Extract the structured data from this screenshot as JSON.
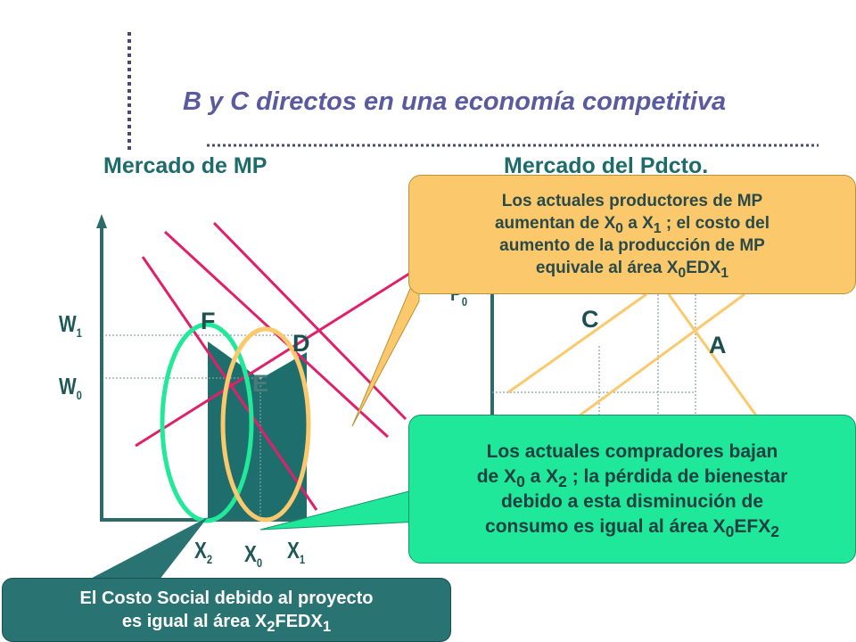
{
  "title": "B y C directos en una economía competitiva",
  "left_market_title": "Mercado de MP",
  "right_market_title": "Mercado del Pdcto.",
  "left_axis": {
    "w1": "W",
    "w1_sub": "1",
    "w0": "W",
    "w0_sub": "0",
    "x2": "X",
    "x2_sub": "2",
    "x0": "X",
    "x0_sub": "0",
    "x1": "X",
    "x1_sub": "1"
  },
  "left_points": {
    "F": "F",
    "E": "E",
    "D": "D"
  },
  "right_points": {
    "C": "C",
    "A": "A"
  },
  "right_axis": {
    "p0_fragment": "P",
    "p0_sub": "0"
  },
  "callout_top": {
    "l1": "Los actuales productores de MP",
    "l2a": "aumentan de X",
    "l2s1": "0",
    "l2b": " a X",
    "l2s2": "1",
    "l2c": " ; el costo del",
    "l3": "aumento de la producción de MP",
    "l4a": "equivale al área X",
    "l4s1": "0",
    "l4b": "EDX",
    "l4s2": "1"
  },
  "callout_mid": {
    "l1": "Los actuales compradores bajan",
    "l2a": "de X",
    "l2s1": "0",
    "l2b": " a X",
    "l2s2": "2",
    "l2c": " ; la pérdida de bienestar",
    "l3": "debido a esta disminución de",
    "l4a": "consumo es igual al área X",
    "l4s1": "0",
    "l4b": "EFX",
    "l4s2": "2"
  },
  "callout_bottom": {
    "l1": "El Costo Social debido al proyecto",
    "l2a": "es igual al área X",
    "l2s1": "2",
    "l2b": "FEDX",
    "l2s2": "1"
  },
  "colors": {
    "title": "#5a5aa0",
    "section": "#1e6b6b",
    "axis": "#2d6b6b",
    "shaded_area": "#1e6e6e",
    "demand_lines": "#e0206a",
    "green_ellipse": "#22e89a",
    "orange_ellipse": "#fbc96b",
    "right_lines": "#fbc96b",
    "callout_top_bg": "#fbc96b",
    "callout_mid_bg": "#1fe89a",
    "callout_bottom_bg": "#2a7373"
  }
}
